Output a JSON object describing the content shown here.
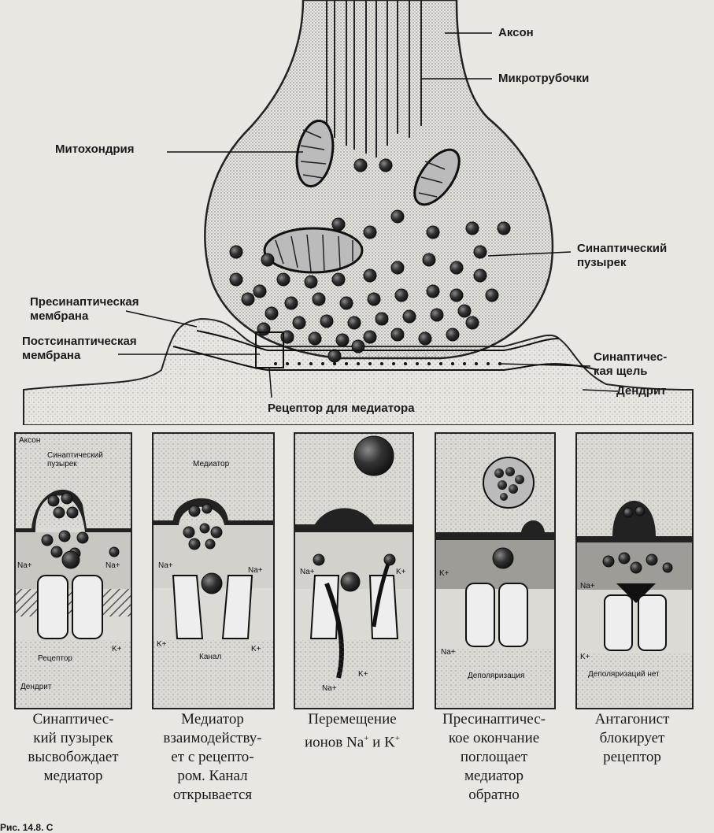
{
  "top": {
    "labels": {
      "axon": "Аксон",
      "microtubules": "Микротрубочки",
      "mitochondrion": "Митохондрия",
      "synaptic_vesicle": "Синаптический\nпузырек",
      "presynaptic_membrane": "Пресинаптическая\nмембрана",
      "postsynaptic_membrane": "Постсинаптическая\nмембрана",
      "synaptic_cleft": "Синаптичес-\nкая щель",
      "dendrite": "Дендрит",
      "receptor": "Рецептор для медиатора"
    }
  },
  "panels": [
    {
      "id": "release",
      "labels": {
        "axon": "Аксон",
        "vesicle": "Синаптический\nпузырек",
        "na_left": "Na+",
        "na_right": "Na+",
        "receptor": "Рецептор",
        "k": "K+",
        "dendrite": "Дендрит"
      },
      "caption": "Синаптичес-\nкий пузырек\nвысвобождает\nмедиатор"
    },
    {
      "id": "binding",
      "labels": {
        "mediator": "Медиатор",
        "na_left": "Na+",
        "na_right": "Na+",
        "k_left": "K+",
        "channel": "Канал",
        "k_right": "K+"
      },
      "caption": "Медиатор\nвзаимодейству-\nет с рецепто-\nром. Канал\nоткрывается"
    },
    {
      "id": "ion-flow",
      "labels": {
        "na_left": "Na+",
        "k_right": "K+",
        "k_bottom": "K+",
        "na_bottom": "Na+"
      },
      "caption_parts": [
        "Перемещение",
        "ионов Na",
        "+",
        " и K",
        "+"
      ]
    },
    {
      "id": "reuptake",
      "labels": {
        "k": "K+",
        "na": "Na+",
        "depolarization": "Деполяризация"
      },
      "caption": "Пресинаптичес-\nкое окончание\nпоглощает\nмедиатор\nобратно"
    },
    {
      "id": "antagonist",
      "labels": {
        "na": "Na+",
        "k": "K+",
        "no_depolarization": "Деполяризаций нет"
      },
      "caption": "Антагонист\nблокирует\nрецептор"
    }
  ],
  "colors": {
    "ink": "#1a1a1a",
    "paper": "#e9e7e1",
    "panel_bg": "#dcdad4",
    "hatch": "#555555",
    "vesicle": "#2a2a2a"
  },
  "footer": "Рис. 14.8. С"
}
